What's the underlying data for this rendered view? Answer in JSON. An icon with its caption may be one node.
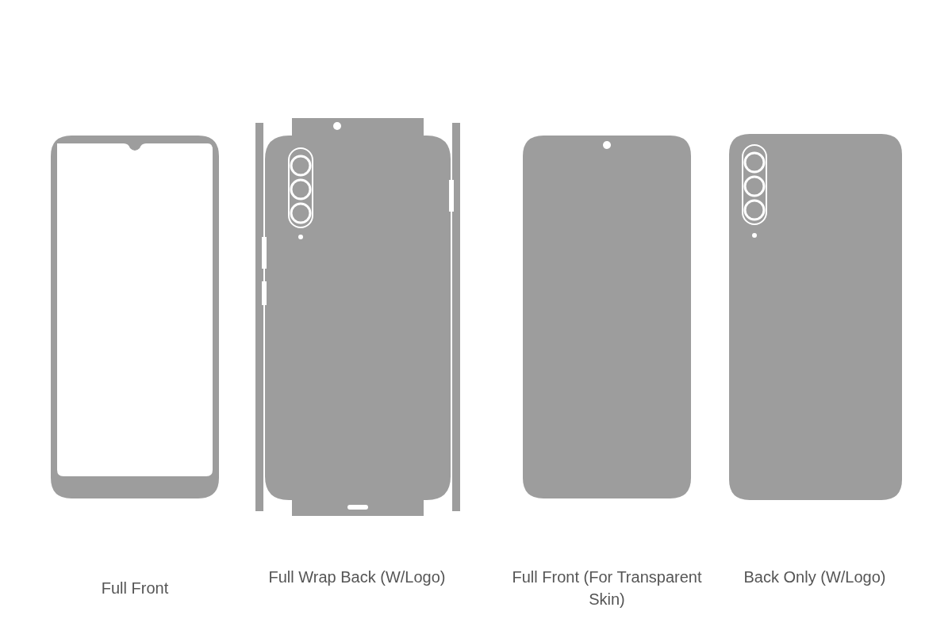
{
  "diagram": {
    "labels": [
      "Full Front",
      "Full Wrap Back (W/Logo)",
      "Full Front (For Transparent Skin)",
      "Back Only (W/Logo)"
    ]
  }
}
